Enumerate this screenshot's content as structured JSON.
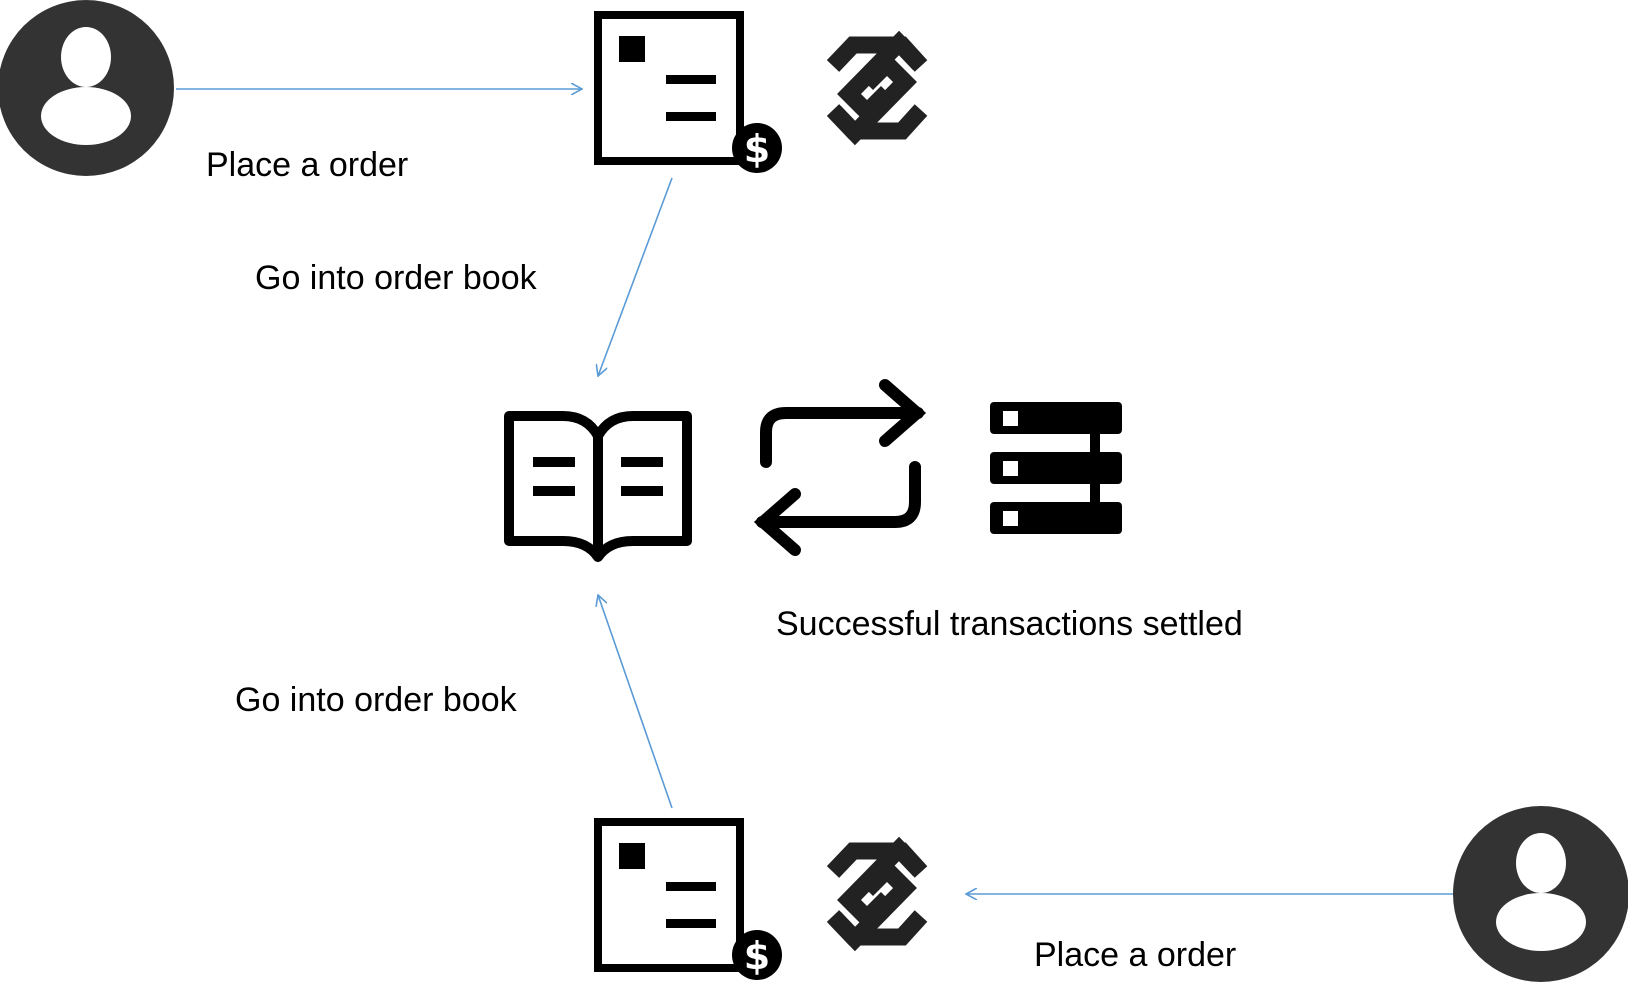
{
  "labels": {
    "top_place_order": "Place a order",
    "top_go_into_book": "Go into order book",
    "settled": "Successful transactions settled",
    "bottom_go_into_book": "Go into order book",
    "bottom_place_order": "Place a order"
  },
  "icons": {
    "user": "user-avatar-icon",
    "order": "order-ticket-icon",
    "coin": "dollar-coin-icon",
    "logo": "exchange-logo-icon",
    "book": "order-book-icon",
    "swap": "swap-arrows-icon",
    "server": "server-stack-icon"
  },
  "colors": {
    "arrow": "#5b9bd5",
    "icon": "#000000",
    "avatar": "#333333"
  }
}
